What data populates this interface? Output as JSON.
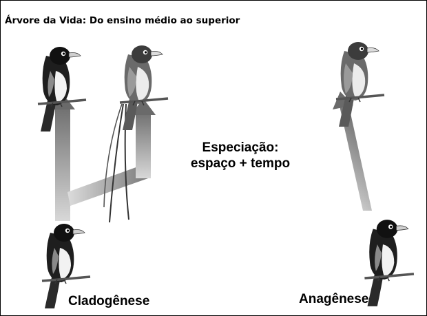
{
  "title": "Árvore da Vida: Do ensino médio ao superior",
  "center_label": {
    "line1": "Especiação:",
    "line2": "espaço + tempo"
  },
  "labels": {
    "cladogenesis": "Cladogênese",
    "anagenesis": "Anagênese"
  }
}
